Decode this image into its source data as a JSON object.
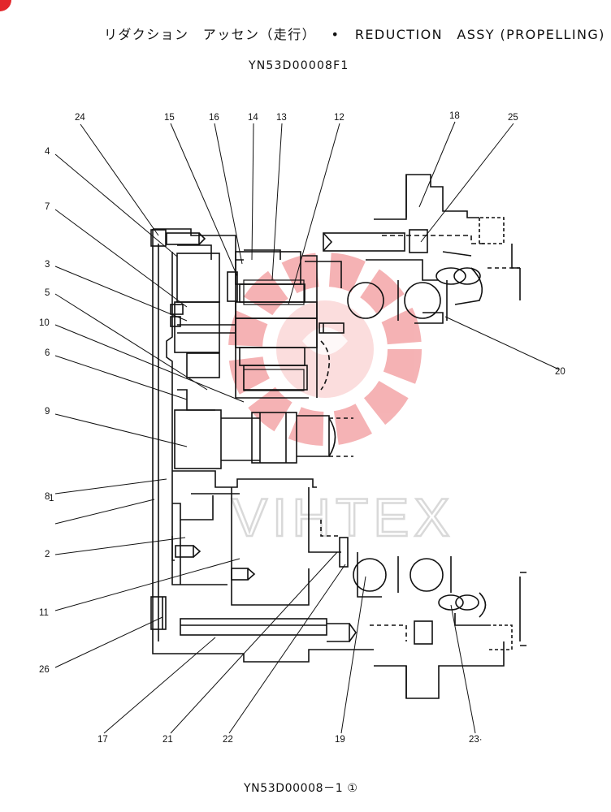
{
  "header": {
    "title_jp": "リダクション　アッセン（走行）",
    "separator": "•",
    "title_en": "REDUCTION　ASSY (PROPELLING)",
    "part_code": "YN53D00008F1"
  },
  "footer": {
    "figure_code": "YN53D00008－1 ①"
  },
  "watermark": {
    "text": "VIHTEX",
    "color": "#f2a8a8"
  },
  "callouts": [
    "1",
    "2",
    "3",
    "4",
    "5",
    "6",
    "7",
    "8",
    "9",
    "10",
    "11",
    "12",
    "13",
    "14",
    "15",
    "16",
    "17",
    "18",
    "19",
    "20",
    "21",
    "22",
    "23·",
    "24",
    "25",
    "26"
  ],
  "colors": {
    "line": "#111111",
    "accent": "#e3262b"
  }
}
